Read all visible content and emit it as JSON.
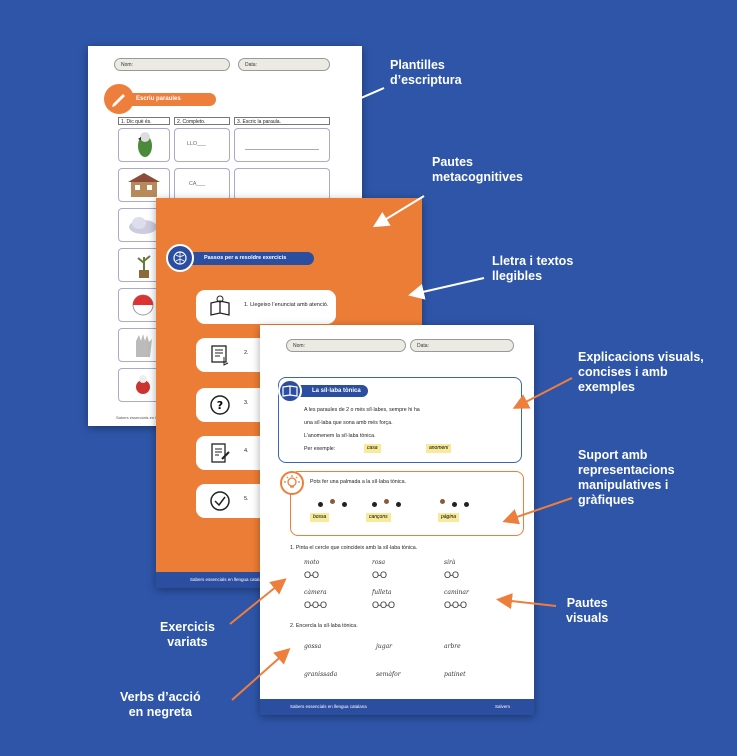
{
  "labels": {
    "plantilles": [
      "Plantilles",
      "d’escriptura"
    ],
    "metacognitives": [
      "Pautes",
      "metacognitives"
    ],
    "lletra": [
      "Lletra i textos",
      "llegibles"
    ],
    "explicacions": [
      "Explicacions visuals,",
      "concises i amb",
      "exemples"
    ],
    "suport": [
      "Suport amb",
      "representacions",
      "manipulatives i",
      "gràfiques"
    ],
    "visuals": [
      "Pautes",
      "visuals"
    ],
    "exercicis": [
      "Exercicis",
      "variats"
    ],
    "verbs": [
      "Verbs d’acció",
      "en negreta"
    ]
  },
  "page1": {
    "nom": "Nom:",
    "data": "Data:",
    "title": "Escriu paraules",
    "col1": "1. Dic què és.",
    "col2": "2. Completo.",
    "col3": "3. Escric la paraula.",
    "row1_hint": "LLO___",
    "row2_hint": "CA___",
    "footer": "Sabers essencials en llengua catalana"
  },
  "page2": {
    "title": "Passos per a resoldre exercicis",
    "step1": "1. Llegeixo l’enunciat amb atenció.",
    "step2": "2.",
    "step3": "3.",
    "step4": "4.",
    "step5": "5.",
    "footer": "Sabers essencials en llengua catalana"
  },
  "page3": {
    "nom": "Nom:",
    "data": "Data:",
    "section_title": "La síl·laba tònica",
    "line1": "A les paraules de 2 o més síl·labes, sempre hi ha",
    "line2": "una síl·laba que sona amb més força.",
    "line3": "L’anomenem la síl·laba tònica.",
    "example_label": "Per exemple:",
    "example1": "casa",
    "example2": "anomeni",
    "clap_text": "Pots fer una palmada a la síl·laba tònica.",
    "clap_words": [
      "bossa",
      "cançons",
      "pàgina"
    ],
    "ex1_title": "1. Pinta el cercle que coincideix amb la síl·laba tònica.",
    "ex1_words": [
      "moto",
      "rosa",
      "sirà",
      "càmera",
      "fulleta",
      "caminar"
    ],
    "ex2_title": "2. Encercla la síl·laba tònica.",
    "ex2_words": [
      "gossa",
      "jugar",
      "arbre",
      "granissada",
      "semàfor",
      "patinet"
    ],
    "footer": "Sabers essencials en llengua catalana",
    "brand": "Salvem"
  },
  "colors": {
    "background": "#2e55a8",
    "orange": "#ec7d36",
    "navy": "#2b4ea0",
    "highlight": "#f7ea9b"
  }
}
